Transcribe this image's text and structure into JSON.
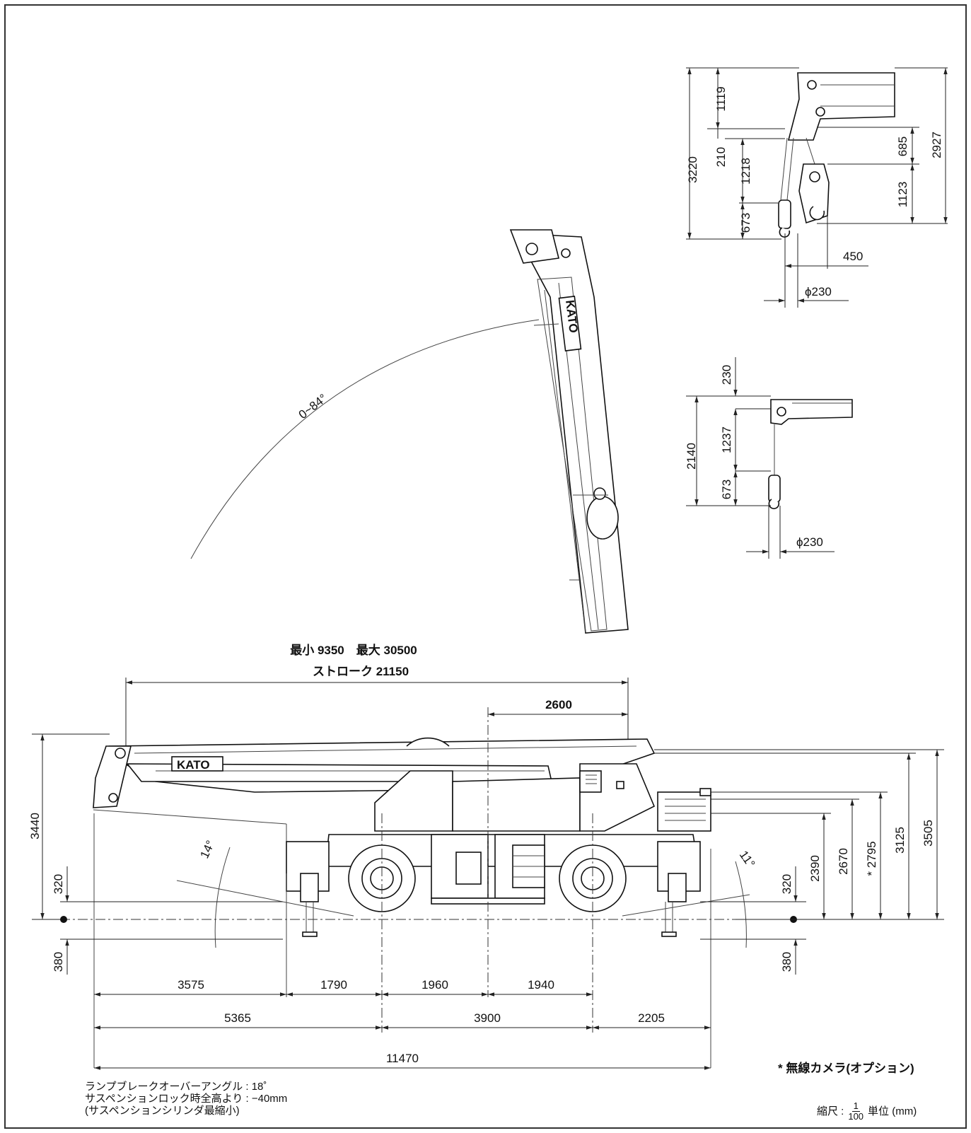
{
  "boom": {
    "length_label": "最小 9350　最大 30500",
    "stroke_label": "ストローク 21150",
    "angle_range": "0~84°",
    "brand": "KATO"
  },
  "side_view": {
    "boom_tip_offset": "2600",
    "height_boom": "3440",
    "height_cab": "3505",
    "height_3125": "3125",
    "height_camera": "* 2795",
    "height_2670": "2670",
    "height_2390": "2390",
    "outrigger_up_left": "320",
    "outrigger_down_left": "380",
    "outrigger_up_right": "320",
    "outrigger_down_right": "380",
    "approach_angle": "14°",
    "departure_angle": "11°",
    "row1": [
      "3575",
      "1790",
      "1960",
      "1940"
    ],
    "row2": [
      "5365",
      "3900",
      "2205"
    ],
    "overall_length": "11470"
  },
  "hook_main": {
    "dims_left": [
      "3220",
      "1119",
      "210",
      "1218",
      "673"
    ],
    "dims_right": [
      "2927",
      "685",
      "1123"
    ],
    "width": "450",
    "diameter": "ϕ230"
  },
  "hook_aux": {
    "dims_left": [
      "2140",
      "230",
      "1237",
      "673"
    ],
    "diameter": "ϕ230"
  },
  "notes": {
    "breakover": "ランプブレークオーバーアングル : 18˚",
    "suspension": "サスペンションロック時全高より : −40mm",
    "suspension_sub": "(サスペンションシリンダ最縮小)",
    "camera": "* 無線カメラ(オプション)",
    "scale_prefix": "縮尺 :",
    "scale_num": "1",
    "scale_den": "100",
    "unit": "単位 (mm)"
  }
}
